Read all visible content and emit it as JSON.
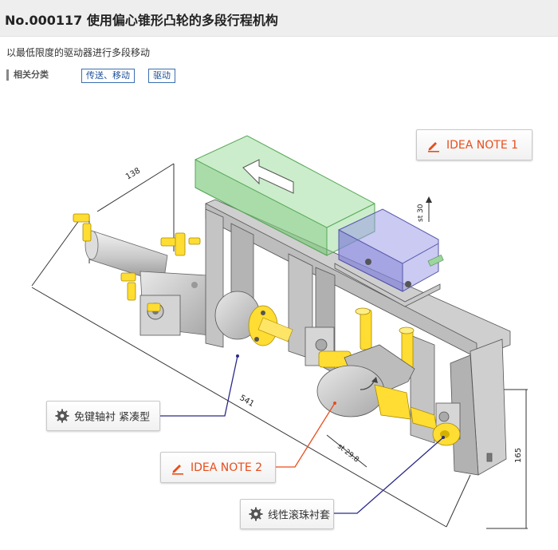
{
  "header": {
    "title": "No.000117 使用偏心锥形凸轮的多段行程机构"
  },
  "subtitle": "以最低限度的驱动器进行多段移动",
  "categories": {
    "label": "相关分类",
    "tags": [
      "传送、移动",
      "驱动"
    ]
  },
  "callouts": {
    "idea1": "IDEA NOTE 1",
    "idea2": "IDEA NOTE 2",
    "keyless": "免键轴衬 紧凑型",
    "linear": "线性滚珠衬套"
  },
  "dimensions": {
    "d138": "138",
    "d541": "541",
    "d165": "165",
    "st30": "st 30",
    "st298": "st 29.8"
  },
  "colors": {
    "accent": "#e94d1b",
    "link": "#1b4f9a",
    "leader_blue": "#2a2a8a"
  }
}
